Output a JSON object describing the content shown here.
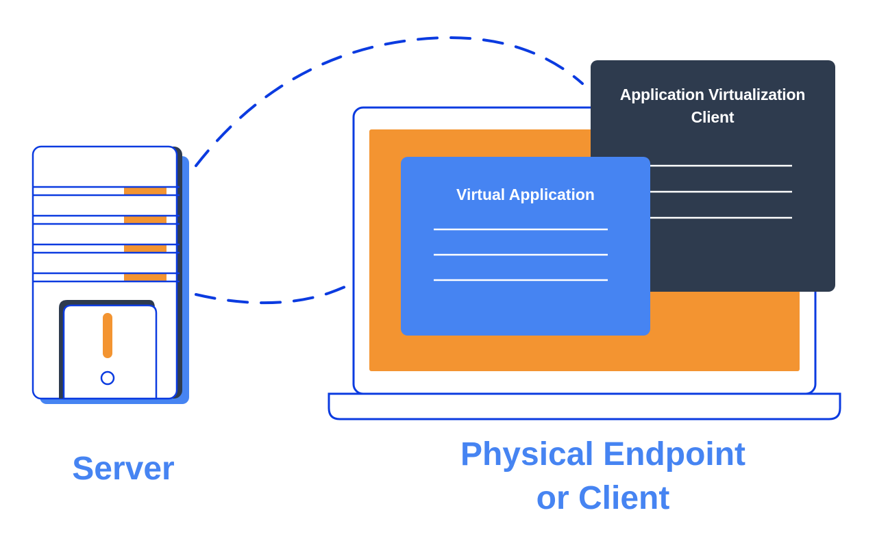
{
  "diagram": {
    "server_label": "Server",
    "endpoint_label_line1": "Physical Endpoint",
    "endpoint_label_line2": "or Client",
    "client_window_title_line1": "Application Virtualization",
    "client_window_title_line2": "Client",
    "virtual_app_title": "Virtual Application"
  },
  "colors": {
    "primary_blue": "#0b3be0",
    "accent_blue": "#4684f2",
    "orange": "#f39431",
    "dark_navy": "#2e3b4e",
    "white": "#ffffff"
  },
  "icons": [
    "server-icon",
    "laptop-icon",
    "connection-dashed-line"
  ]
}
